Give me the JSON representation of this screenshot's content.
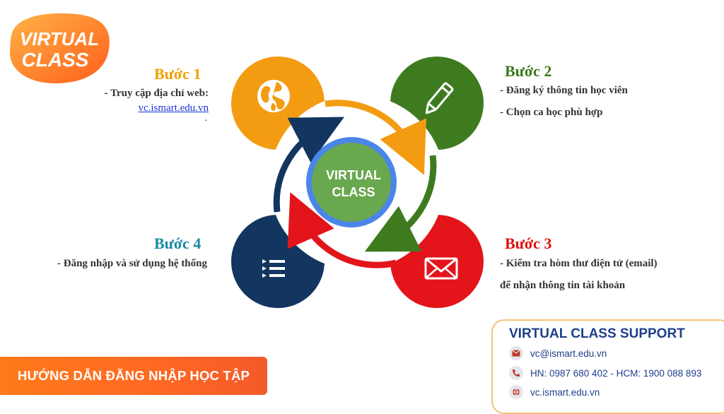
{
  "logo": {
    "line1": "VIRTUAL",
    "line2": "CLASS"
  },
  "center": {
    "line1": "VIRTUAL",
    "line2": "CLASS"
  },
  "steps": [
    {
      "title": "Bước 1",
      "color": "#f0a000",
      "lines": [
        "- Truy cập địa chỉ web:"
      ],
      "link": "vc.ismart.edu.vn",
      "trailing": "."
    },
    {
      "title": "Bước 2",
      "color": "#3b7a1e",
      "lines": [
        "- Đăng ký thông tin học viên",
        "- Chọn ca học phù hợp"
      ]
    },
    {
      "title": "Bước 3",
      "color": "#e01010",
      "lines": [
        "- Kiểm tra hòm thư điện tử (email)",
        "để nhận thông tin tài khoản"
      ]
    },
    {
      "title": "Bước 4",
      "color": "#1a8aa0",
      "lines": [
        "- Đăng nhập và sử dụng hệ thống"
      ]
    }
  ],
  "icons": {
    "step1": "globe-icon",
    "step2": "pencil-icon",
    "step3": "envelope-icon",
    "step4": "list-icon"
  },
  "colors": {
    "orange": "#f39c12",
    "green": "#3e7b1f",
    "red": "#e4141b",
    "navy": "#12365f",
    "center_fill": "#6aa84f",
    "center_ring": "#4a86e8"
  },
  "guide": {
    "label": "HƯỚNG DẪN ĐĂNG NHẬP HỌC TẬP"
  },
  "support": {
    "title": "VIRTUAL CLASS SUPPORT",
    "email": "vc@ismart.edu.vn",
    "phone": "HN: 0987 680 402 - HCM: 1900 088 893",
    "website": "vc.ismart.edu.vn"
  }
}
